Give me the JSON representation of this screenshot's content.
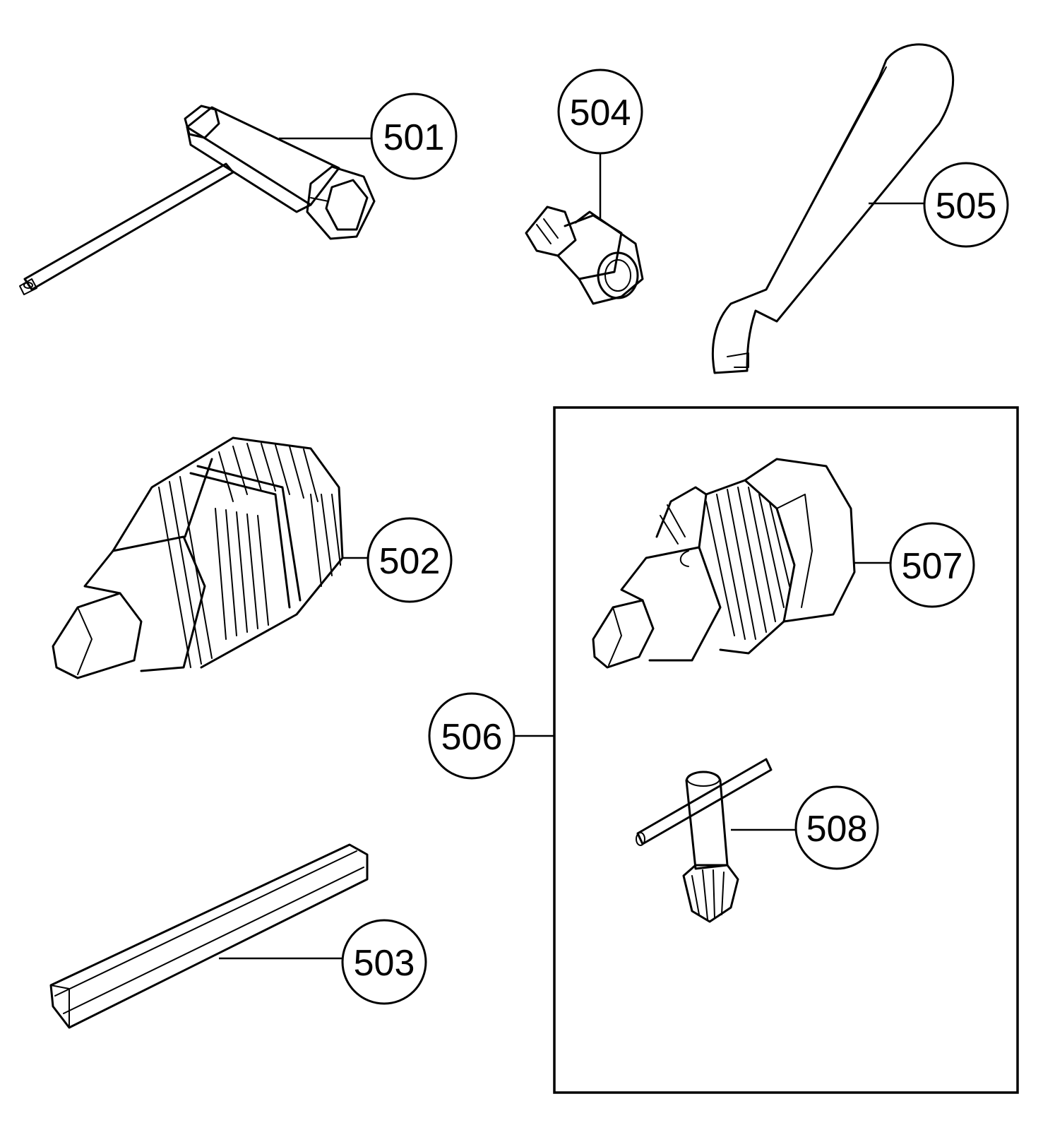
{
  "parts": {
    "p501": {
      "number": "501"
    },
    "p502": {
      "number": "502"
    },
    "p503": {
      "number": "503"
    },
    "p504": {
      "number": "504"
    },
    "p505": {
      "number": "505"
    },
    "p506": {
      "number": "506"
    },
    "p507": {
      "number": "507"
    },
    "p508": {
      "number": "508"
    }
  }
}
